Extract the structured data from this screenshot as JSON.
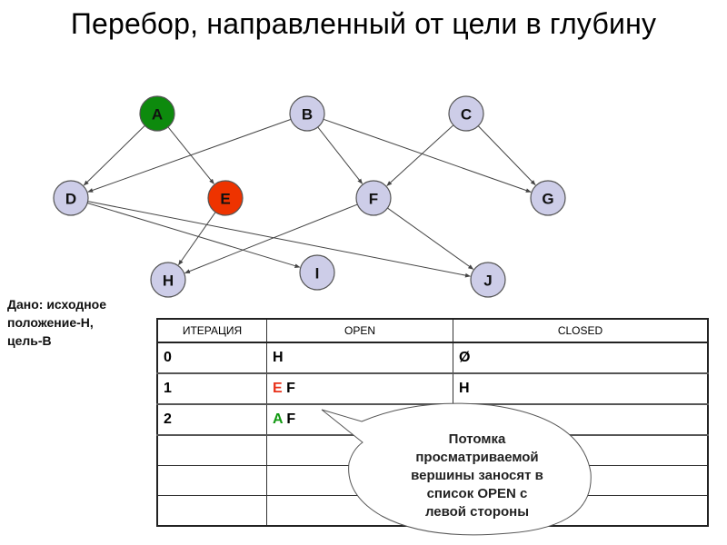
{
  "title": "Перебор, направленный от цели в глубину",
  "graph": {
    "colors": {
      "default": "#cdcde8",
      "start_goal_green": "#0d8a0d",
      "current_red": "#ee3300"
    },
    "nodes": [
      {
        "id": "A",
        "label": "A",
        "color": "#0d8a0d"
      },
      {
        "id": "B",
        "label": "B",
        "color": "#cdcde8"
      },
      {
        "id": "C",
        "label": "C",
        "color": "#cdcde8"
      },
      {
        "id": "D",
        "label": "D",
        "color": "#cdcde8"
      },
      {
        "id": "E",
        "label": "E",
        "color": "#ee3300"
      },
      {
        "id": "F",
        "label": "F",
        "color": "#cdcde8"
      },
      {
        "id": "G",
        "label": "G",
        "color": "#cdcde8"
      },
      {
        "id": "H",
        "label": "H",
        "color": "#cdcde8"
      },
      {
        "id": "I",
        "label": "I",
        "color": "#cdcde8"
      },
      {
        "id": "J",
        "label": "J",
        "color": "#cdcde8"
      }
    ],
    "edges": [
      {
        "from": "A",
        "to": "D"
      },
      {
        "from": "A",
        "to": "E"
      },
      {
        "from": "B",
        "to": "D"
      },
      {
        "from": "B",
        "to": "F"
      },
      {
        "from": "B",
        "to": "G"
      },
      {
        "from": "C",
        "to": "F"
      },
      {
        "from": "C",
        "to": "G"
      },
      {
        "from": "D",
        "to": "I"
      },
      {
        "from": "D",
        "to": "J"
      },
      {
        "from": "E",
        "to": "H"
      },
      {
        "from": "F",
        "to": "H"
      },
      {
        "from": "F",
        "to": "J"
      }
    ]
  },
  "given": {
    "lines": [
      "Дано: исходное",
      "положение-Н,",
      "цель-В"
    ]
  },
  "table": {
    "headers": [
      "ИТЕРАЦИЯ",
      "OPEN",
      "CLOSED"
    ],
    "rows": [
      {
        "iteration": "0",
        "open_highlight": "",
        "open_rest": "H",
        "closed": "Ø"
      },
      {
        "iteration": "1",
        "open_highlight": "E",
        "open_rest": " F",
        "closed": "H"
      },
      {
        "iteration": "2",
        "open_highlight": "A",
        "open_rest": " F",
        "closed": ""
      },
      {
        "iteration": "",
        "open_highlight": "",
        "open_rest": "",
        "closed": ""
      },
      {
        "iteration": "",
        "open_highlight": "",
        "open_rest": "",
        "closed": ""
      },
      {
        "iteration": "",
        "open_highlight": "",
        "open_rest": "",
        "closed": ""
      }
    ]
  },
  "callout": {
    "lines": [
      "Потомка",
      "просматриваемой",
      "вершины заносят в",
      "список OPEN с",
      "левой стороны"
    ]
  }
}
